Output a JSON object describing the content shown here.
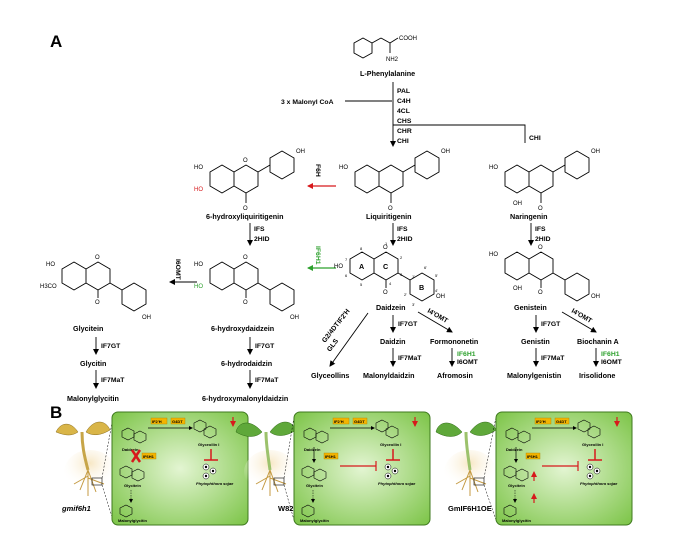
{
  "panel_labels": {
    "a": "A",
    "b": "B"
  },
  "start": {
    "compound": "L-Phenylalanine",
    "cooh": "COOH",
    "nh2": "NH2"
  },
  "malonyl": "3 x Malonyl CoA",
  "core_enzymes": [
    "PAL",
    "C4H",
    "4CL",
    "CHS",
    "CHR",
    "CHI"
  ],
  "chi_right": "CHI",
  "compounds": {
    "hydroxyliquiritigenin": "6-hydroxyliquiritigenin",
    "liquiritigenin": "Liquiritigenin",
    "naringenin": "Naringenin",
    "glycitein": "Glycitein",
    "hydroxydaidzein": "6-hydroxydaidzein",
    "daidzein": "Daidzein",
    "genistein": "Genistein",
    "glycitin": "Glycitin",
    "hydrodaidzin": "6-hydrodaidzin",
    "daidzin": "Daidzin",
    "formononetin": "Formononetin",
    "genistin": "Genistin",
    "biochanin": "Biochanin A",
    "malonylglycitin": "Malonylglycitin",
    "hydroxymalonyldaidzin": "6-hydroxymalonyldaidzin",
    "glyceollins": "Glyceollins",
    "malonyldaidzin": "Malonyldaidzin",
    "afromosin": "Afromosin",
    "malonylgenistin": "Malonylgenistin",
    "irisolidone": "Irisolidone"
  },
  "enzymes": {
    "f6h": "F6H",
    "ifs": "IFS",
    "hid": "2HID",
    "i6omt": "I6OMT",
    "if6h1": "IF6H1",
    "if7gt": "IF7GT",
    "if7mat": "IF7MaT",
    "i4omt": "I4'OMT",
    "i6omt_b": "I6OMT",
    "glyc_1": "IF2'H",
    "glyc_2": "G2/4DT",
    "glyc_3": "GLS"
  },
  "atoms": {
    "oh": "OH",
    "ho": "HO",
    "o": "O",
    "h3co": "H3CO"
  },
  "ring_labels": {
    "a": "A",
    "b": "B",
    "c": "C"
  },
  "ring_numbers": [
    "1",
    "2",
    "3",
    "4",
    "5",
    "6",
    "7",
    "8",
    "1'",
    "2'",
    "3'",
    "4'",
    "5'",
    "6'"
  ],
  "panel_b": {
    "plants": [
      "gmif6h1",
      "W82",
      "GmIF6H1OE"
    ],
    "box_labels": {
      "daidzein": "Daidzein",
      "glycitein": "Glycitein",
      "glyceollin": "Glyceollin I",
      "malonylglycitin": "Malonylglycitin",
      "pathogen": "Phytophthora sojae",
      "if6h1": "IF6H1",
      "ifs": "IF2'H",
      "g4dt": "G4DT"
    }
  },
  "colors": {
    "red": "#d7191c",
    "green": "#2ca02c",
    "box_green": "#8fcf5c",
    "box_light": "#d9f0c5",
    "orange": "#f3b400"
  }
}
